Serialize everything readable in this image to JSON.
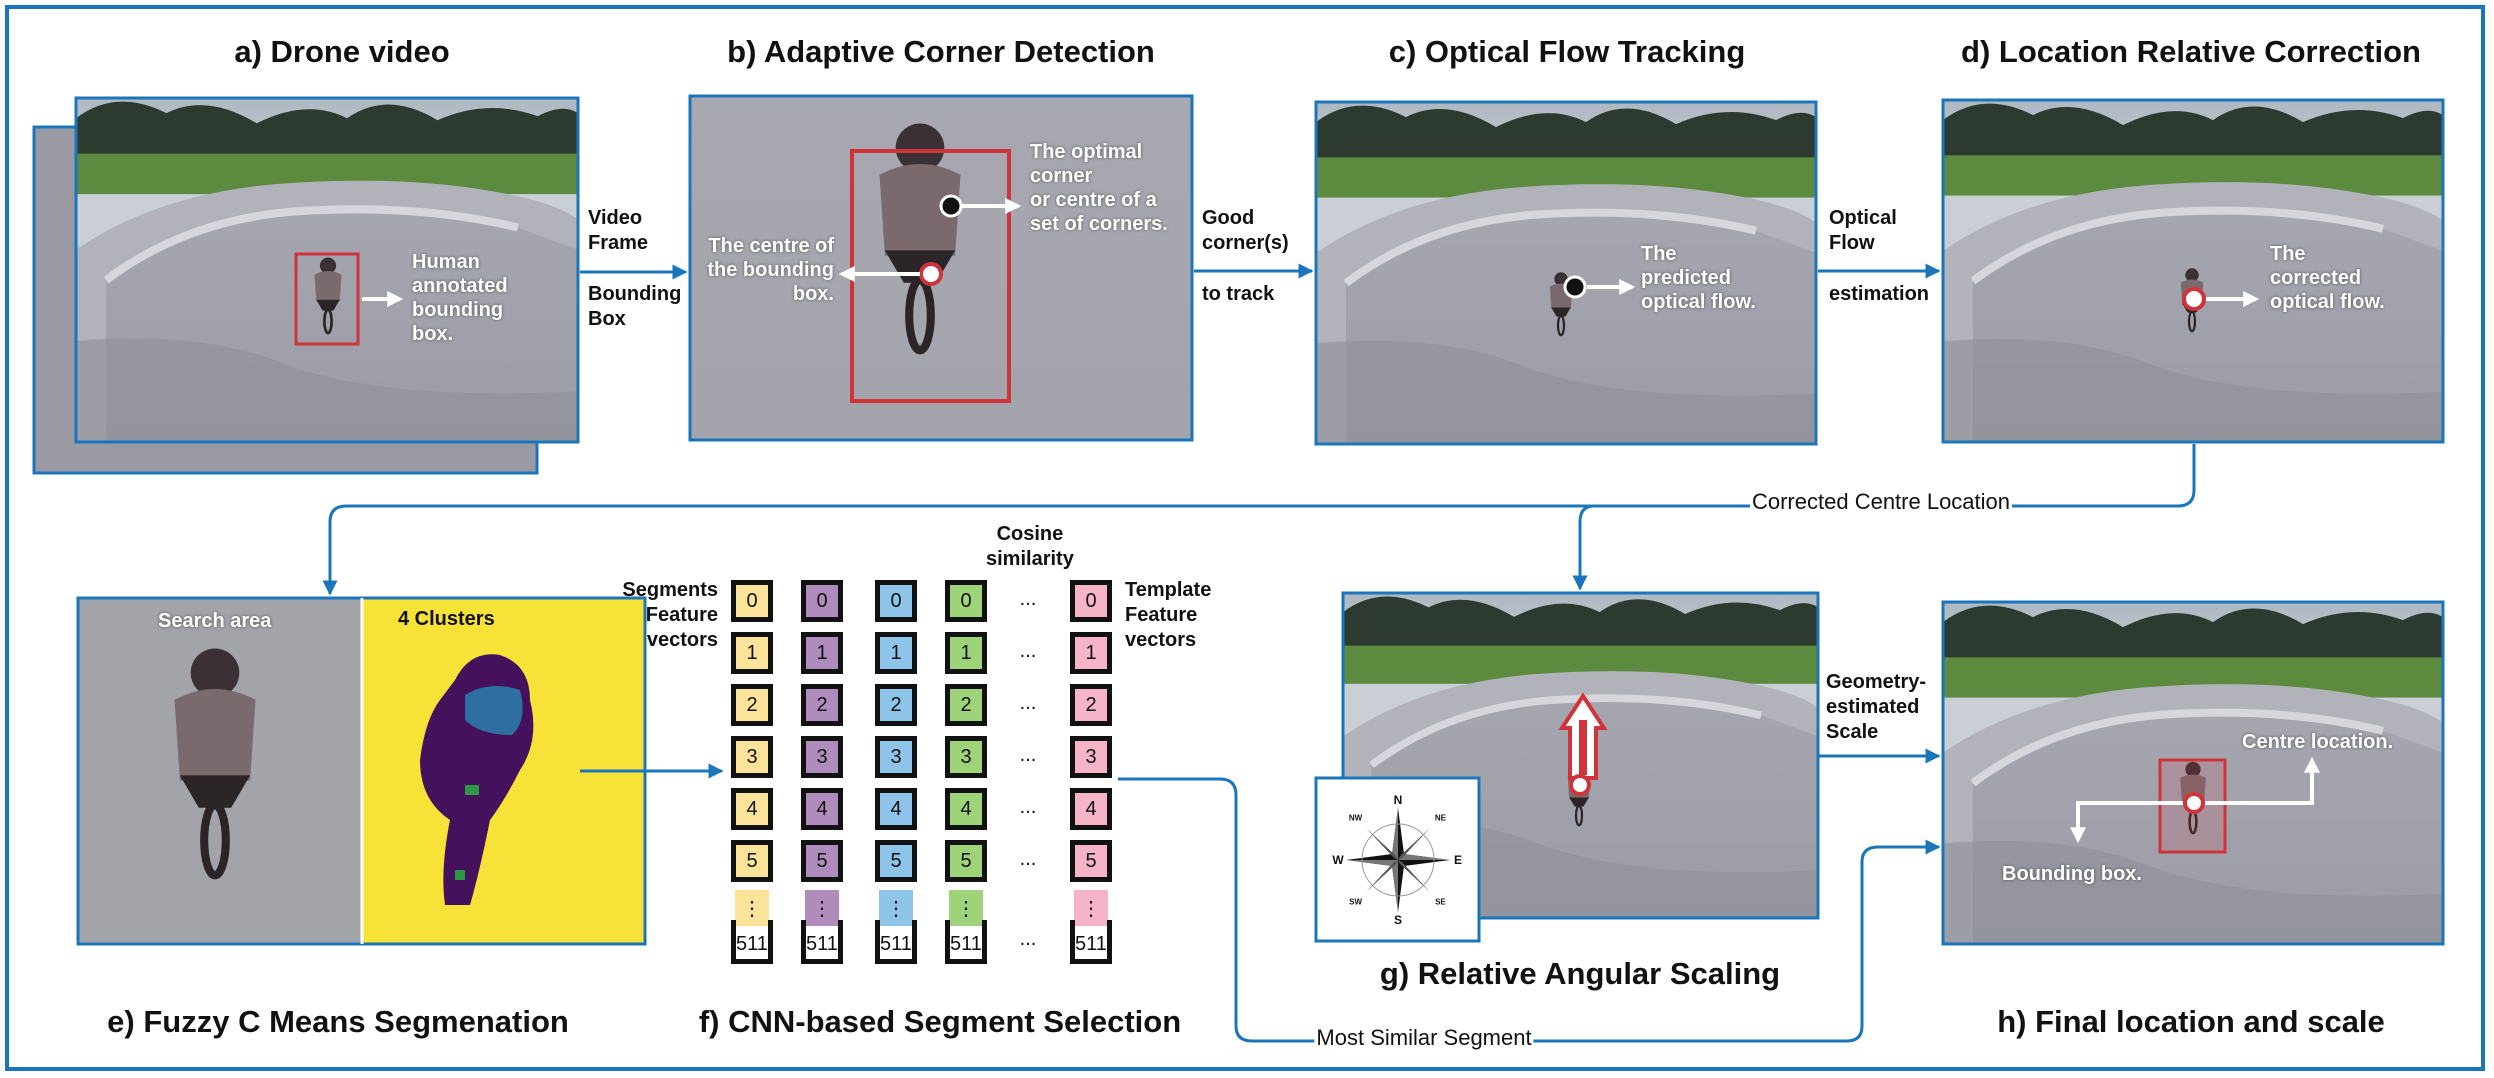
{
  "panels": {
    "a": {
      "title": "a) Drone video",
      "annotation": "Human\nannotated\nbounding\nbox."
    },
    "b": {
      "title": "b) Adaptive Corner Detection",
      "annotation_corner": "The optimal\ncorner\nor centre of a\nset of corners.",
      "annotation_centre": "The centre of\nthe bounding\nbox."
    },
    "c": {
      "title": "c) Optical Flow Tracking",
      "annotation": "The\npredicted\noptical flow."
    },
    "d": {
      "title": "d) Location Relative Correction",
      "annotation": "The\ncorrected\noptical flow."
    },
    "e": {
      "title": "e) Fuzzy C Means Segmenation",
      "left_label": "Search area",
      "right_label": "4 Clusters"
    },
    "f": {
      "title": "f) CNN-based Segment Selection",
      "cosine_label": "Cosine\nsimilarity",
      "segments_label": "Segments\nFeature\nvectors",
      "template_label": "Template\nFeature\nvectors",
      "row_labels": [
        "0",
        "1",
        "2",
        "3",
        "4",
        "5",
        "⋮",
        "511"
      ],
      "ellipsis": "..."
    },
    "g": {
      "title": "g) Relative Angular Scaling",
      "compass": [
        "N",
        "NE",
        "E",
        "SE",
        "S",
        "SW",
        "W",
        "NW"
      ]
    },
    "h": {
      "title": "h) Final location and scale",
      "centre_label": "Centre location.",
      "bbox_label": "Bounding box."
    }
  },
  "connectors": {
    "ab_top": "Video\nFrame",
    "ab_bottom": "Bounding\nBox",
    "bc_top": "Good\ncorner(s)",
    "bc_bottom": "to track",
    "cd_top": "Optical\nFlow",
    "cd_bottom": "estimation",
    "gh": "Geometry-\nestimated\nScale",
    "corrected_centre": "Corrected Centre Location",
    "most_similar": "Most Similar Segment"
  },
  "colors": {
    "accent_blue": "#1b75bb",
    "bbox_red": "#d0343a",
    "vec_yellow": "#fbe49a",
    "vec_purple": "#b08cbc",
    "vec_blue": "#8ec3ea",
    "vec_green": "#9ed37a",
    "vec_pink": "#f7b3c8",
    "cluster_yellow": "#f7e338",
    "cluster_purple": "#45115c",
    "cluster_blue": "#2f6fa0",
    "cluster_green": "#2e9945"
  }
}
